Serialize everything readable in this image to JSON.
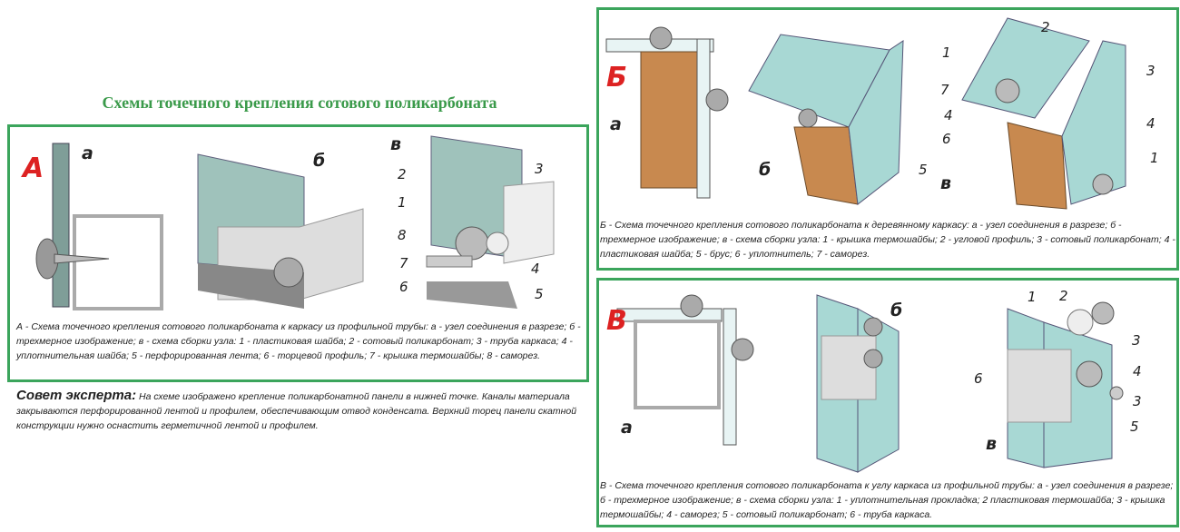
{
  "title": "Схемы точечного крепления сотового поликарбоната",
  "panel_a": {
    "letter": "А",
    "sub": [
      "а",
      "б",
      "в"
    ],
    "numbers": [
      "2",
      "3",
      "1",
      "8",
      "7",
      "6",
      "4",
      "5"
    ],
    "caption": "А - Схема точечного крепления сотового поликарбоната к каркасу из профильной трубы: а - узел соединения в разрезе; б - трехмерное изображение; в - схема сборки узла: 1 - пластиковая шайба; 2 - сотовый поликарбонат; 3 - труба каркаса; 4 - уплотнительная шайба; 5 - перфорированная лента; 6 - торцевой профиль; 7 - крышка термошайбы; 8 - саморез."
  },
  "advice": {
    "heading": "Совет эксперта:",
    "text": "На схеме изображено крепление поликарбонатной панели в нижней точке. Каналы материала закрываются перфорированной лентой и профилем, обеспечивающим отвод конденсата. Верхний торец панели скатной конструкции нужно оснастить герметичной лентой и профилем."
  },
  "panel_b": {
    "letter": "Б",
    "sub": [
      "а",
      "б",
      "в"
    ],
    "numbers": [
      "2",
      "1",
      "7",
      "4",
      "6",
      "3",
      "4",
      "1",
      "5"
    ],
    "caption": "Б - Схема точечного крепления сотового поликарбоната к деревянному каркасу: а - узел соединения в разрезе; б - трехмерное изображение; в - схема сборки узла: 1 - крышка термошайбы; 2 - угловой профиль; 3 - сотовый поликарбонат; 4 - пластиковая шайба; 5 - брус; 6 - уплотнитель; 7 - саморез."
  },
  "panel_v": {
    "letter": "В",
    "sub": [
      "а",
      "б",
      "в"
    ],
    "numbers": [
      "1",
      "2",
      "3",
      "6",
      "4",
      "3",
      "5"
    ],
    "caption": "В - Схема точечного крепления сотового поликарбоната к углу каркаса из профильной трубы: а - узел соединения в разрезе; б - трехмерное изображение; в - схема сборки узла: 1 - уплотнительная прокладка; 2 пластиковая термошайба; 3 - крышка термошайбы; 4 - саморез; 5 - сотовый поликарбонат; 6 - труба каркаса."
  },
  "colors": {
    "frame": "#3ba55c",
    "accent": "#d22222",
    "poly": "#8fb8b0",
    "wood": "#c8894f"
  }
}
